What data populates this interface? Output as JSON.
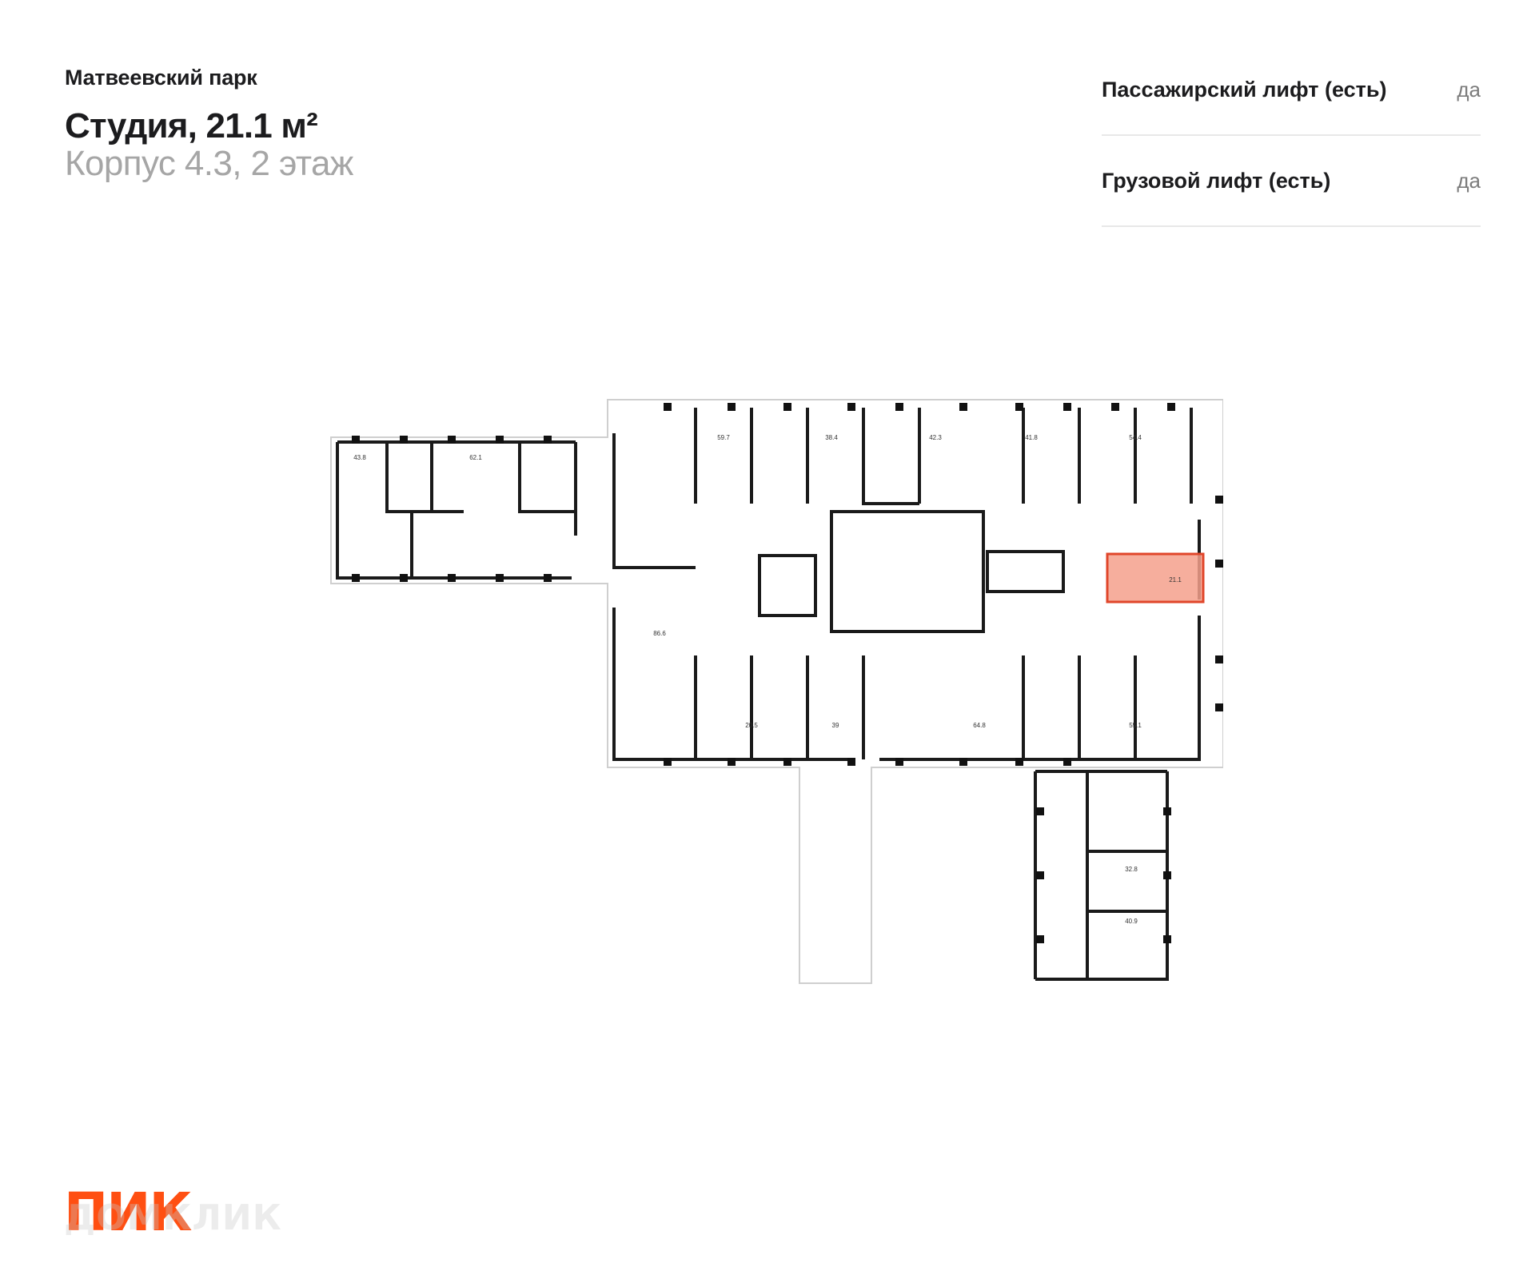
{
  "header": {
    "complex_name": "Матвеевский парк",
    "unit_title": "Студия, 21.1 м²",
    "unit_subtitle": "Корпус 4.3, 2 этаж"
  },
  "features": [
    {
      "label": "Пассажирский лифт (есть)",
      "value": "да"
    },
    {
      "label": "Грузовой лифт (есть)",
      "value": "да"
    }
  ],
  "floor_plan": {
    "highlight_color": "#f4a08c",
    "highlight_stroke": "#e0462a",
    "highlighted_unit": "21.1",
    "unit_labels": [
      "43.8",
      "62.1",
      "59.7",
      "38.4",
      "42.3",
      "41.8",
      "54.4",
      "21.1",
      "86.6",
      "20.5",
      "39",
      "64.8",
      "55.1",
      "32.8",
      "40.9"
    ]
  },
  "brand": {
    "logo_text": "ПИК",
    "watermark_text": "ДОМКЛИК",
    "accent_color": "#ff4f12"
  }
}
